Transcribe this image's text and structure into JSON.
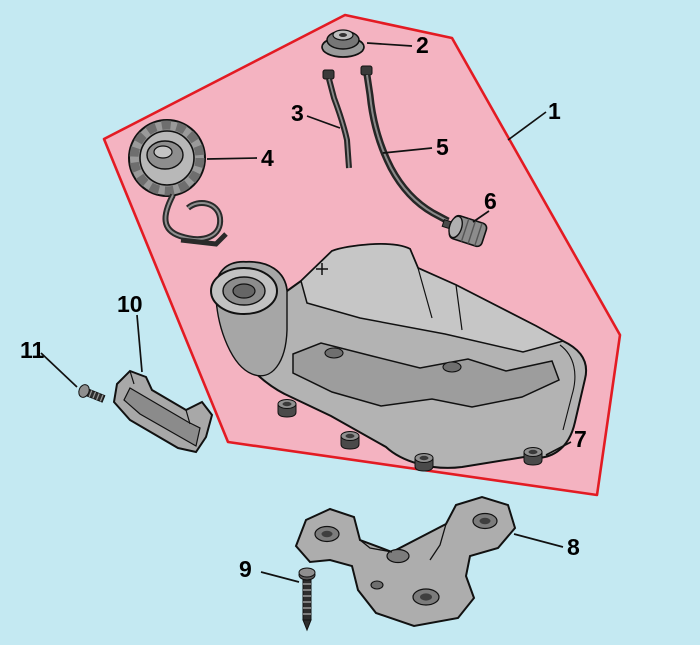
{
  "diagram": {
    "type": "exploded-parts-diagram",
    "subject": "fuel-tank-assembly",
    "colors": {
      "background": "#c4e9f2",
      "highlight_fill": "#f4b3c1",
      "highlight_stroke": "#e31b23",
      "part_fill": "#b3b3b3",
      "line": "#111111"
    },
    "callouts": [
      {
        "label": "1",
        "part": "fuel-tank-assembly-region"
      },
      {
        "label": "2",
        "part": "tank-vent-grommet"
      },
      {
        "label": "3",
        "part": "fuel-line-short"
      },
      {
        "label": "4",
        "part": "fuel-cap-with-retainer"
      },
      {
        "label": "5",
        "part": "fuel-line-long"
      },
      {
        "label": "6",
        "part": "fuel-filter"
      },
      {
        "label": "7",
        "part": "mount-grommet"
      },
      {
        "label": "8",
        "part": "lower-mount-bracket"
      },
      {
        "label": "9",
        "part": "mount-screw"
      },
      {
        "label": "10",
        "part": "side-bracket"
      },
      {
        "label": "11",
        "part": "bracket-screw"
      }
    ]
  }
}
